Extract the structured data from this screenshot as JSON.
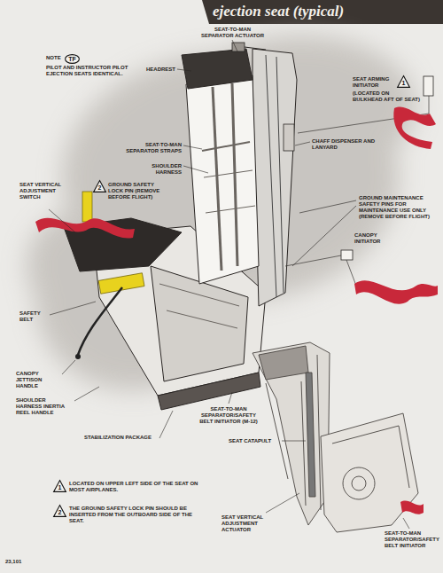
{
  "diagram": {
    "title": "ejection seat (typical)",
    "nodes": [
      {
        "text": [
          "TF"
        ]
      },
      {
        "text": [
          "1"
        ]
      },
      {
        "text": [
          "2"
        ]
      },
      {
        "text": [
          "1"
        ]
      },
      {
        "text": [
          "2"
        ]
      }
    ],
    "labels": [
      "NOTE",
      "PILOT AND INSTRUCTOR PILOT EJECTION SEATS IDENTICAL.",
      "SEAT-TO-MAN SEPARATOR ACTUATOR",
      "HEADREST",
      "SEAT ARMING INITIATOR",
      "(LOCATED ON BULKHEAD AFT OF SEAT)",
      "SEAT-TO-MAN SEPARATOR STRAPS",
      "CHAFF DISPENSER AND LANYARD",
      "SHOULDER HARNESS",
      "SEAT VERTICAL ADJUSTMENT SWITCH",
      "GROUND SAFETY LOCK PIN (REMOVE BEFORE FLIGHT)",
      "GROUND MAINTENANCE SAFETY PINS FOR MAINTENANCE USE ONLY (REMOVE BEFORE FLIGHT)",
      "CANOPY INITIATOR",
      "SAFETY BELT",
      "CANOPY JETTISON HANDLE",
      "SHOULDER HARNESS INERTIA REEL HANDLE",
      "SEAT-TO-MAN SEPARATOR/SAFETY BELT INITIATOR (M-12)",
      "STABILIZATION PACKAGE",
      "SEAT CATAPULT",
      "LOCATED ON UPPER LEFT SIDE OF THE SEAT ON MOST AIRPLANES.",
      "THE GROUND SAFETY LOCK PIN SHOULD BE INSERTED FROM THE OUTBOARD SIDE OF THE SEAT.",
      "SEAT VERTICAL ADJUSTMENT ACTUATOR",
      "SEAT-TO-MAN SEPARATOR/SAFETY BELT INITIATOR",
      "23,101"
    ]
  }
}
